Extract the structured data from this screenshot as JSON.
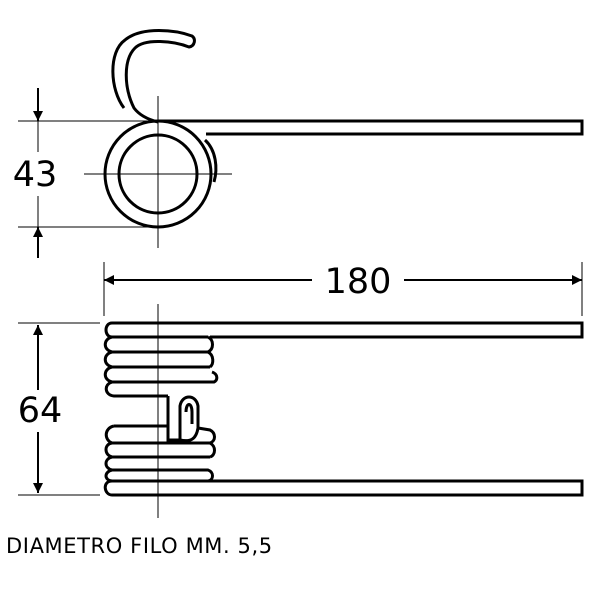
{
  "dimensions": {
    "eye_height": "43",
    "length": "180",
    "coil_height": "64"
  },
  "caption": "DIAMETRO FILO MM. 5,5",
  "colors": {
    "line": "#000000",
    "background": "#ffffff"
  }
}
